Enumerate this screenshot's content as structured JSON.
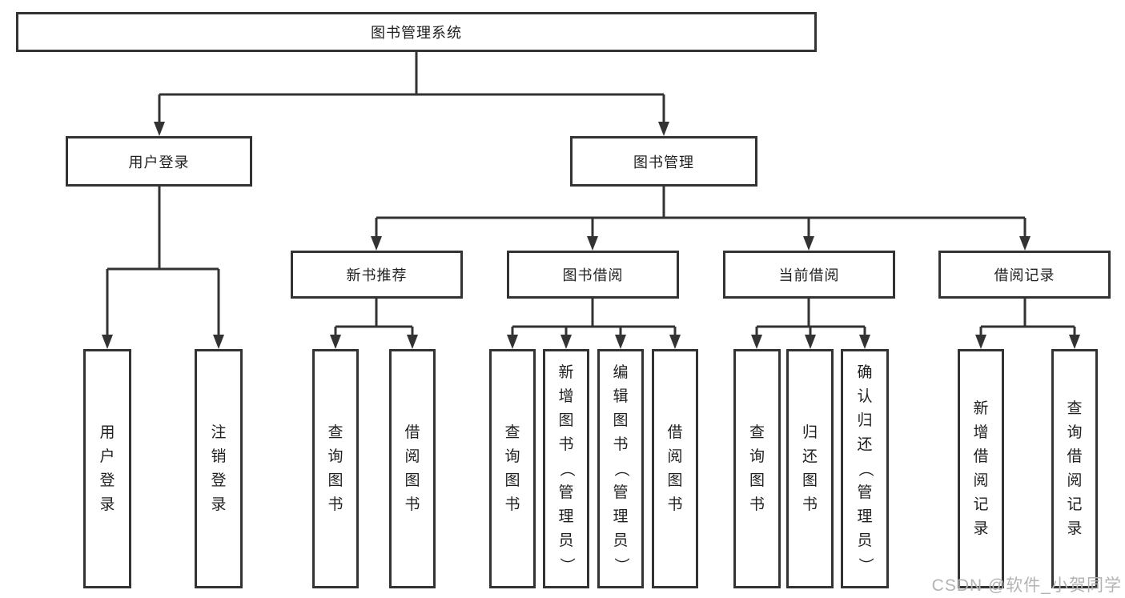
{
  "diagram": {
    "root": {
      "label": "图书管理系统"
    },
    "level2": {
      "user_login": {
        "label": "用户登录"
      },
      "book_management": {
        "label": "图书管理"
      }
    },
    "level3": {
      "new_book_recommend": {
        "label": "新书推荐"
      },
      "book_borrow": {
        "label": "图书借阅"
      },
      "current_borrow": {
        "label": "当前借阅"
      },
      "borrow_records": {
        "label": "借阅记录"
      }
    },
    "leaves": {
      "user_login": [
        "用户登录",
        "注销登录"
      ],
      "new_book_recommend": [
        "查询图书",
        "借阅图书"
      ],
      "book_borrow": [
        "查询图书",
        "新增图书（管理员）",
        "编辑图书（管理员）",
        "借阅图书"
      ],
      "current_borrow": [
        "查询图书",
        "归还图书",
        "确认归还（管理员）"
      ],
      "borrow_records": [
        "新增借阅记录",
        "查询借阅记录"
      ]
    },
    "watermark": "CSDN @软件_小贺同学",
    "colors": {
      "line": "#333333",
      "text": "#1f1f1f",
      "watermark": "#b3b3b3",
      "background": "#ffffff"
    }
  }
}
